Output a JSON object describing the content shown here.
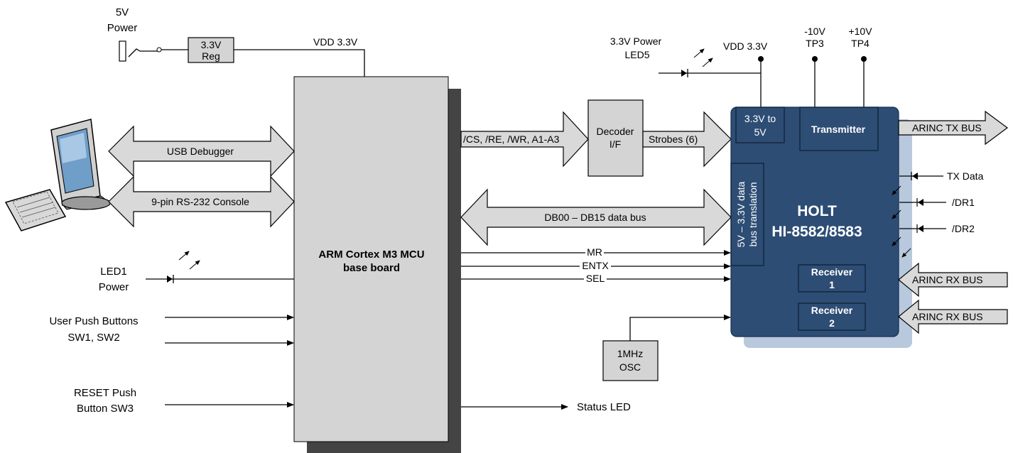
{
  "power": {
    "supply_label": [
      "5V",
      "Power"
    ],
    "regulator_label": [
      "3.3V",
      "Reg"
    ],
    "vdd_mcu": "VDD 3.3V",
    "vdd_holt": "VDD 3.3V",
    "led5_label": [
      "3.3V Power",
      "LED5"
    ],
    "tp3_label": [
      "-10V",
      "TP3"
    ],
    "tp4_label": [
      "+10V",
      "TP4"
    ]
  },
  "mcu": {
    "label": [
      "ARM Cortex M3 MCU",
      "base board"
    ]
  },
  "host_links": {
    "usb": "USB Debugger",
    "rs232": "9-pin RS-232 Console"
  },
  "left_inputs": {
    "led1": [
      "LED1",
      "Power"
    ],
    "user_buttons": [
      "User Push Buttons",
      "SW1, SW2"
    ],
    "reset_button": [
      "RESET Push",
      "Button SW3"
    ]
  },
  "buses": {
    "control_bus": "/CS, /RE, /WR, A1-A3",
    "strobes": "Strobes (6)",
    "data_bus": "DB00 – DB15 data bus"
  },
  "decoder": {
    "label": [
      "Decoder",
      "I/F"
    ]
  },
  "signals": {
    "mr": "MR",
    "entx": "ENTX",
    "sel": "SEL"
  },
  "oscillator": {
    "label": [
      "1MHz",
      "OSC"
    ]
  },
  "status_led": "Status LED",
  "holt": {
    "title": [
      "HOLT",
      "HI-8582/8583"
    ],
    "level_shift": [
      "3.3V to",
      "5V"
    ],
    "data_translation": [
      "5V – 3.3V data",
      "bus translation"
    ],
    "transmitter": "Transmitter",
    "receiver1": [
      "Receiver",
      "1"
    ],
    "receiver2": [
      "Receiver",
      "2"
    ]
  },
  "arinc": {
    "tx_bus": "ARINC TX BUS",
    "rx_bus_1": "ARINC RX BUS",
    "rx_bus_2": "ARINC RX BUS",
    "tx_data": "TX Data",
    "dr1": "/DR1",
    "dr2": "/DR2"
  },
  "colors": {
    "holt_fill": "#2d4d74",
    "holt_shadow": "#b8c9dd",
    "block_fill": "#d4d4d4",
    "arrow_fill": "#d9d9d9",
    "mcu_shadow": "#444444"
  }
}
